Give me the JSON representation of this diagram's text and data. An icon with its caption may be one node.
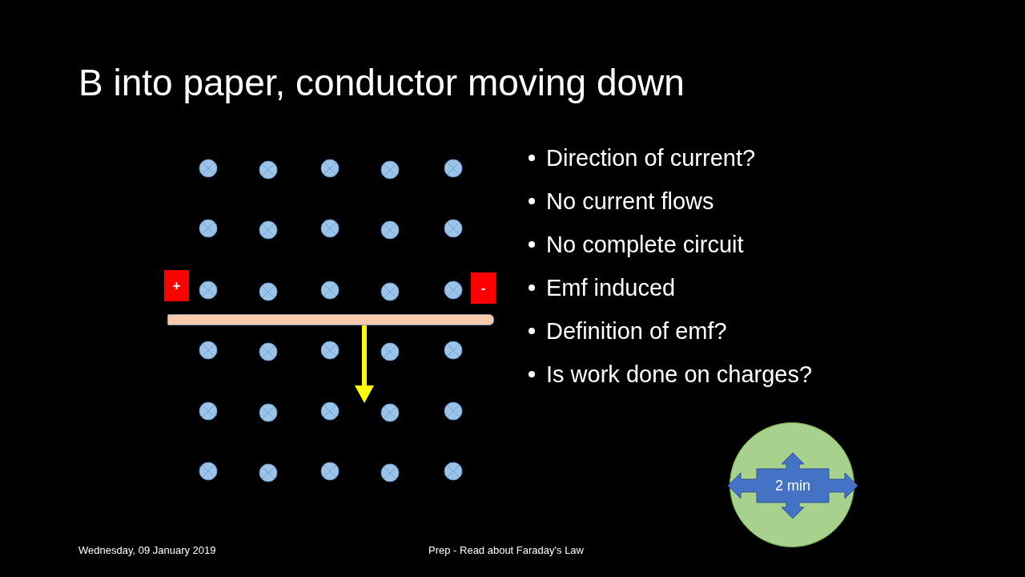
{
  "diagram": {
    "title": "B into paper, conductor moving down",
    "nodes": [
      {
        "text": [
          "+"
        ]
      },
      {
        "text": [
          "-"
        ]
      },
      {
        "text": [],
        "shape": "bar"
      },
      {
        "text": [],
        "shape": "circle"
      },
      {
        "text": [
          "2 min"
        ],
        "in": 3
      }
    ],
    "labels": [
      "Direction of current?",
      "No current flows",
      "No complete circuit",
      "Emf induced",
      "Definition of emf?",
      "Is work done on charges?",
      "Wednesday, 09 January 2019",
      "Prep - Read about Faraday's Law"
    ]
  }
}
